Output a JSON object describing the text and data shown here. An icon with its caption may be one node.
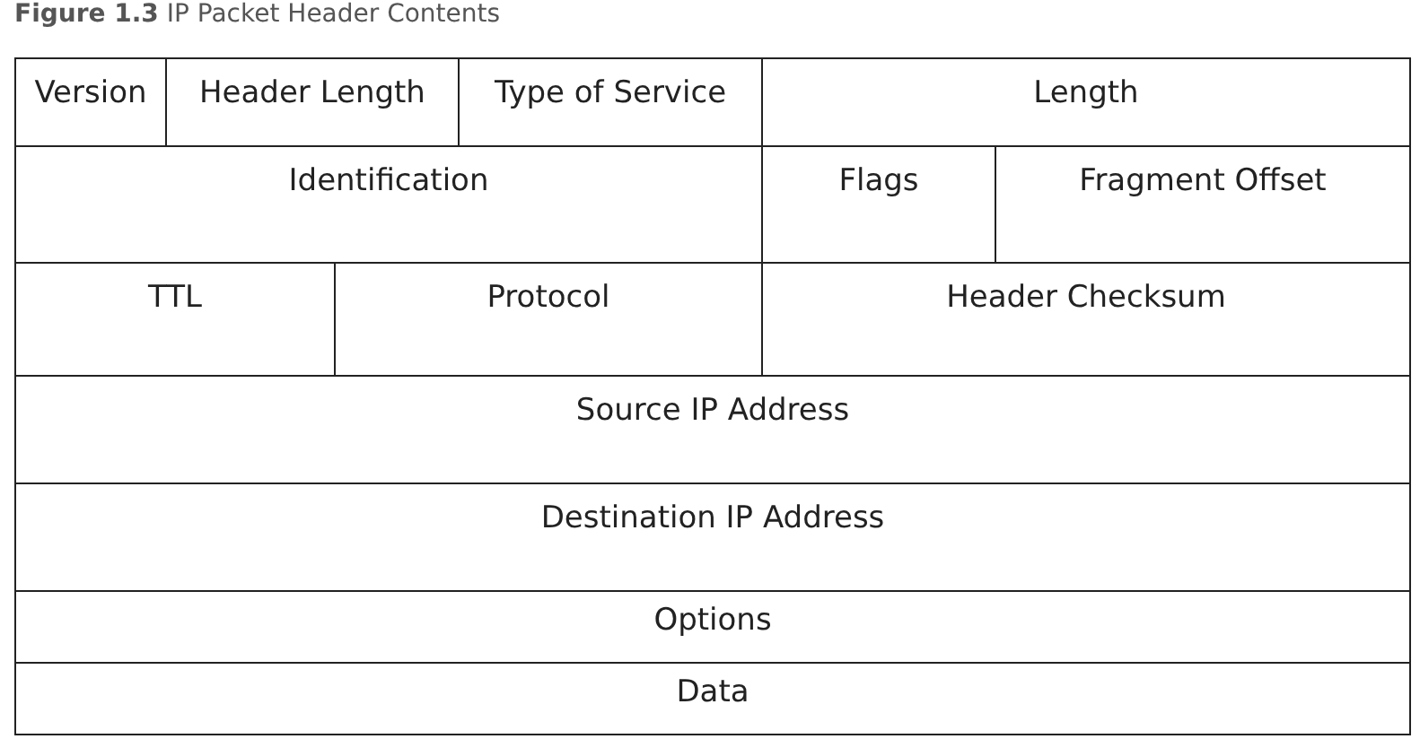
{
  "diagram": {
    "title": "**Figure 1.3** IP Packet Header Contents",
    "labels": [
      "Version",
      "Header Length",
      "Type of Service",
      "Length",
      "Identification",
      "Flags",
      "Fragment Offset",
      "TTL",
      "Protocol",
      "Header Checksum",
      "Source IP Address",
      "Destination IP Address",
      "Options",
      "Data"
    ]
  }
}
